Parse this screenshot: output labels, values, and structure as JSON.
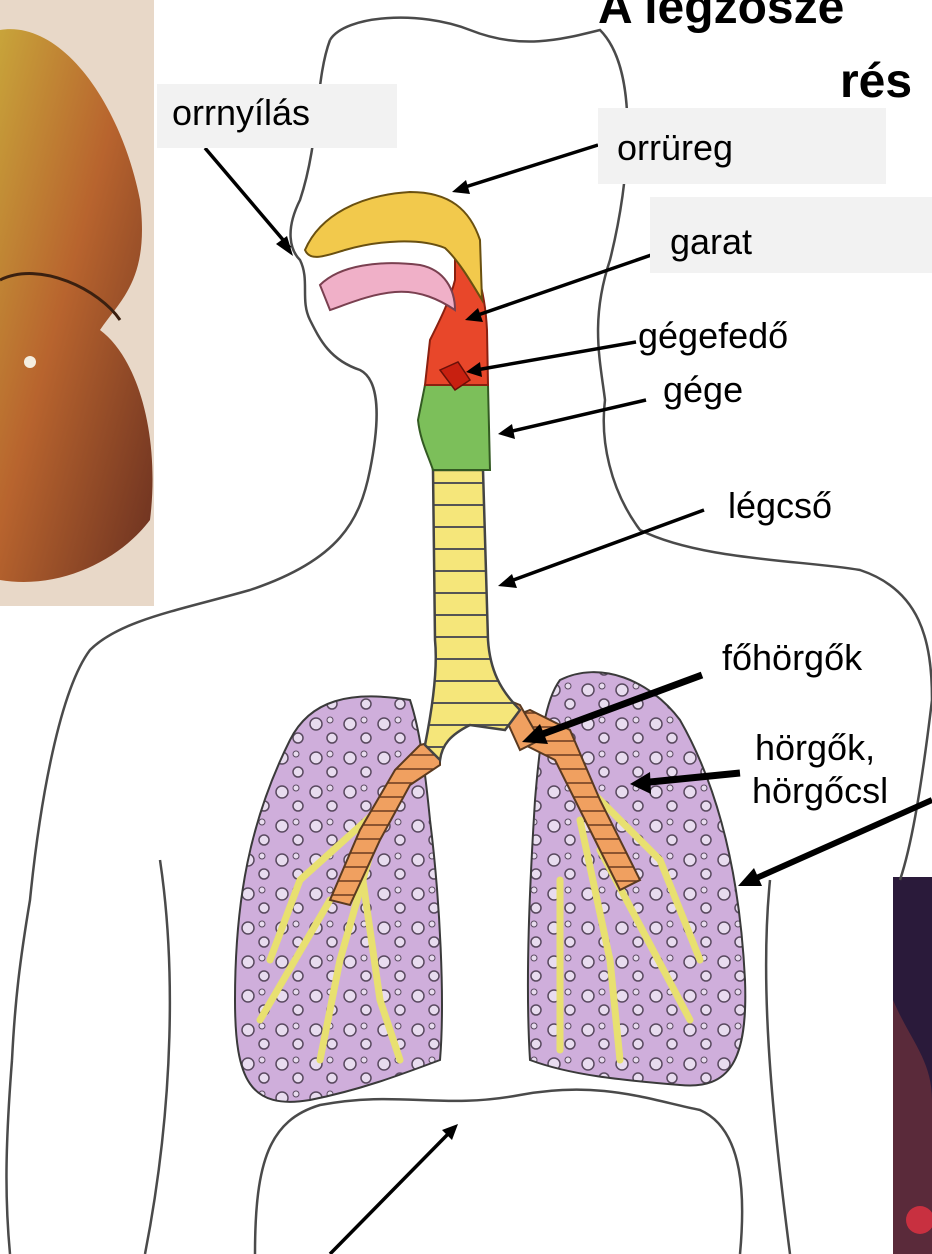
{
  "title": {
    "line1": "A légzősze",
    "line2": "rés"
  },
  "labels": {
    "orrnyilas": "orrnyílás",
    "orrureg": "orrüreg",
    "garat": "garat",
    "gegefedo": "gégefedő",
    "gege": "gége",
    "legcso": "légcső",
    "fohorgok": "főhörgők",
    "horgok_line1": "hörgők,",
    "horgok_line2": "hörgőcsl"
  },
  "colors": {
    "nasal_cavity": "#f2c94c",
    "pharynx": "#e8472a",
    "larynx": "#7cbf5a",
    "trachea": "#f5e67a",
    "bronchi": "#f0a060",
    "lung": "#c9a6d4",
    "photo_lung": "#b5542a",
    "label_bg": "#f2f2f2"
  }
}
